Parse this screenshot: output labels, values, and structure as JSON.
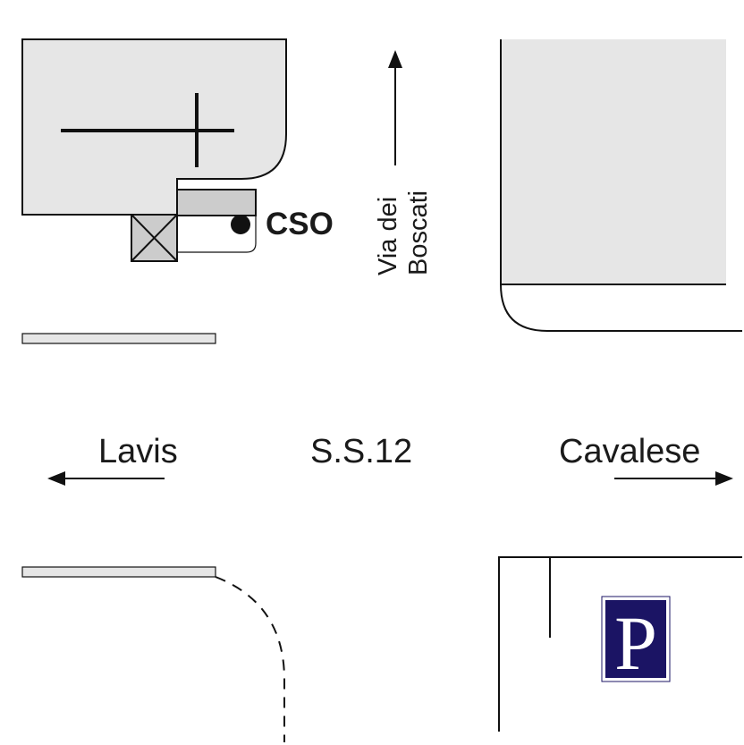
{
  "labels": {
    "cso": "CSO",
    "street_line1": "Via dei",
    "street_line2": "Boscati",
    "road": "S.S.12",
    "west_direction": "Lavis",
    "east_direction": "Cavalese"
  },
  "parking_sign": {
    "letter": "P",
    "color": "#1b1464"
  },
  "colors": {
    "building_fill": "#e6e6e6",
    "structure_fill": "#cccccc",
    "line": "#111111"
  }
}
